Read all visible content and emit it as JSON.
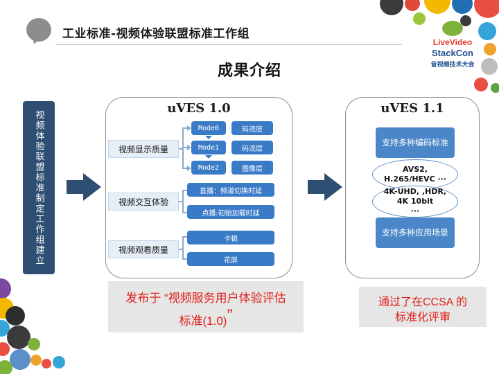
{
  "header": {
    "title": "工业标准-视频体验联盟标准工作组"
  },
  "logo": {
    "line1": "LiveVideo",
    "line2": "StackCon",
    "line3": "音视频技术大会"
  },
  "section_title": "成果介绍",
  "left_bar": {
    "label": "视频体验联盟标准制定工作组建立"
  },
  "uves10": {
    "title": "uVES 1.0",
    "categories": [
      "视频显示质量",
      "视频交互体验",
      "视频观看质量"
    ],
    "modes": [
      {
        "mode": "Mode0",
        "layer": "码流层"
      },
      {
        "mode": "Mode1",
        "layer": "码流层"
      },
      {
        "mode": "Mode2",
        "layer": "图像层"
      }
    ],
    "interaction_items": [
      "直播：频道切换时延",
      "点播:初始加载时延"
    ],
    "viewing_items": [
      "卡顿",
      "花屏"
    ]
  },
  "uves11": {
    "title": "uVES 1.1",
    "box_top": "支持多种编码标准",
    "ellipse1_line1": "AVS2,",
    "ellipse1_line2": "H.265/HEVC ···",
    "ellipse2_line1": "4K-UHD, ,HDR,",
    "ellipse2_line2": "4K 10bit",
    "ellipse2_line3": "···",
    "box_bottom": "支持多种应用场景"
  },
  "notes": {
    "left_line1": "发布于 “视频服务用户体验评估",
    "left_line2": "标准(1.0)",
    "left_quote": "”",
    "right_line1": "通过了在CCSA 的",
    "right_line2": "标准化评审"
  },
  "colors": {
    "navy": "#2e4f73",
    "accent_blue": "#3a7bc8",
    "note_red": "#e0201b",
    "deco_yellow": "#f5b800",
    "deco_green": "#7fb23a",
    "deco_red": "#e04a3c"
  }
}
